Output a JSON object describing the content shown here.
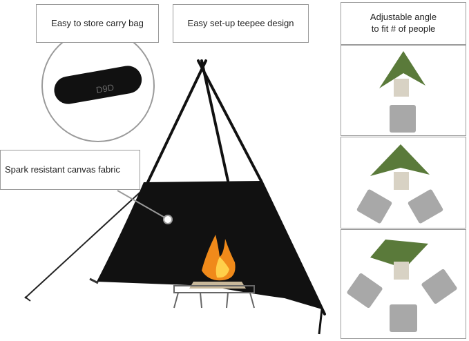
{
  "callouts": {
    "carry_bag": "Easy to store carry bag",
    "teepee": "Easy set-up teepee design",
    "canvas": "Spark resistant canvas fabric"
  },
  "bag_logo": "D9D",
  "angle_panel": {
    "title_line1": "Adjustable angle",
    "title_line2": "to fit # of people"
  },
  "colors": {
    "canvas": "#111111",
    "tarp_green": "#5a7a3a",
    "chair_gray": "#a8a8a8",
    "fire": "#f08a1a",
    "border": "#9a9a9a"
  }
}
